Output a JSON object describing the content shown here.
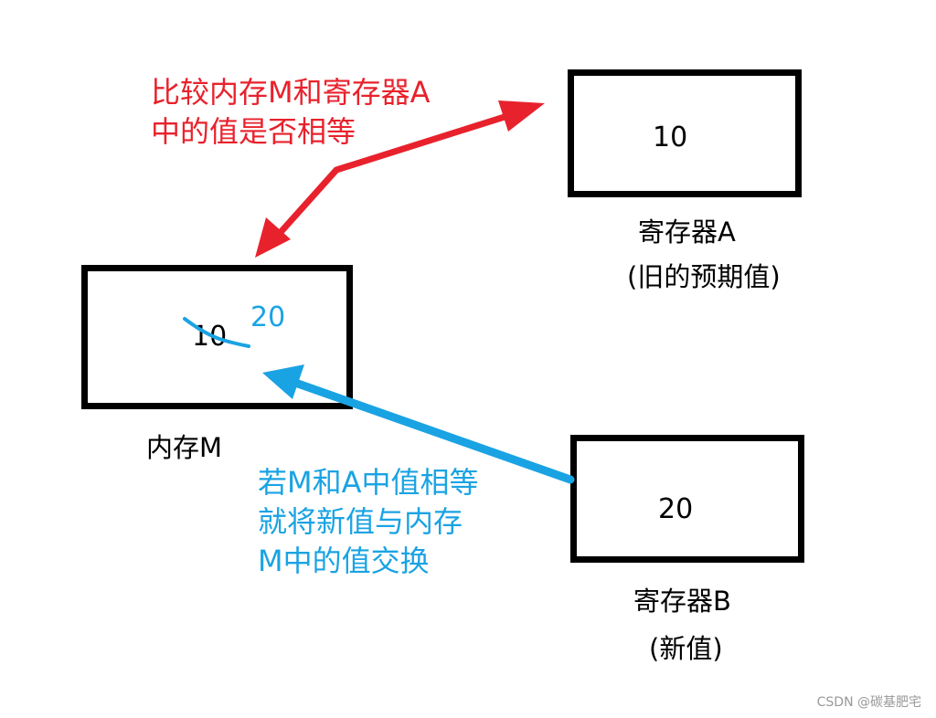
{
  "register_a": {
    "value": "10",
    "label": "寄存器A",
    "note": "(旧的预期值)"
  },
  "memory_m": {
    "old_value": "10",
    "new_value": "20",
    "label": "内存M"
  },
  "register_b": {
    "value": "20",
    "label": "寄存器B",
    "note": "(新值)"
  },
  "compare_note": {
    "line1": "比较内存M和寄存器A",
    "line2": "中的值是否相等"
  },
  "swap_note": {
    "line1": "若M和A中值相等",
    "line2": "就将新值与内存",
    "line3": "M中的值交换"
  },
  "watermark": "CSDN @碳基肥宅",
  "colors": {
    "compare": "#e8222c",
    "swap": "#1aa3e3",
    "box": "#000000"
  }
}
